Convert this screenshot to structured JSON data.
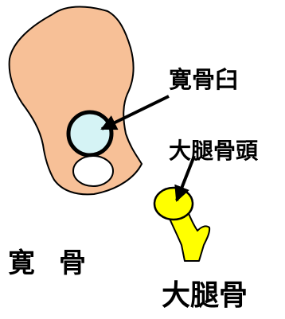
{
  "labels": {
    "acetabulum": "寛骨臼",
    "femoral_head": "大腿骨頭",
    "hip_bone": "寛骨",
    "femur": "大腿骨"
  },
  "colors": {
    "hip_bone_fill": "#F7C097",
    "acetabulum_fill": "#D5F3F5",
    "foramen_fill": "#FFFFFF",
    "femur_fill": "#FFFF00",
    "outline": "#000000",
    "text": "#000000"
  }
}
